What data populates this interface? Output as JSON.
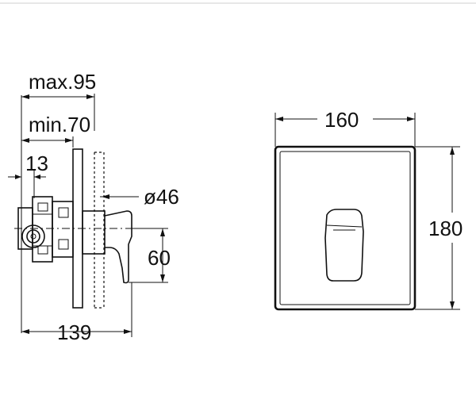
{
  "dimensions": {
    "max_depth": "max.95",
    "min_depth": "min.70",
    "offset": "13",
    "diameter": "ø46",
    "handle_height": "60",
    "total_depth": "139",
    "plate_width": "160",
    "plate_height": "180"
  }
}
